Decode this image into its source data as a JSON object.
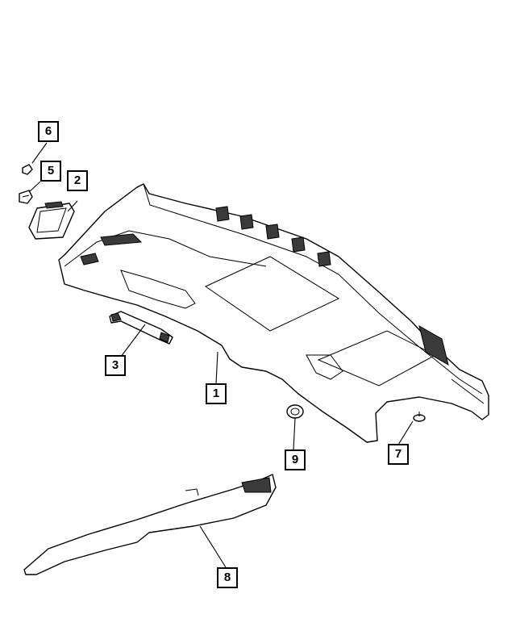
{
  "diagram": {
    "callouts": [
      {
        "id": "1",
        "label": "1"
      },
      {
        "id": "2",
        "label": "2"
      },
      {
        "id": "3",
        "label": "3"
      },
      {
        "id": "5",
        "label": "5"
      },
      {
        "id": "6",
        "label": "6"
      },
      {
        "id": "7",
        "label": "7"
      },
      {
        "id": "8",
        "label": "8"
      },
      {
        "id": "9",
        "label": "9"
      }
    ],
    "parts": [
      {
        "callout": "1",
        "icon": "headliner"
      },
      {
        "callout": "2",
        "icon": "sun-visor"
      },
      {
        "callout": "3",
        "icon": "grab-handle"
      },
      {
        "callout": "5",
        "icon": "clip"
      },
      {
        "callout": "6",
        "icon": "fastener"
      },
      {
        "callout": "7",
        "icon": "push-pin"
      },
      {
        "callout": "8",
        "icon": "a-pillar-trim"
      },
      {
        "callout": "9",
        "icon": "grommet"
      }
    ],
    "colors": {
      "line": "#000000",
      "background": "#ffffff"
    }
  }
}
